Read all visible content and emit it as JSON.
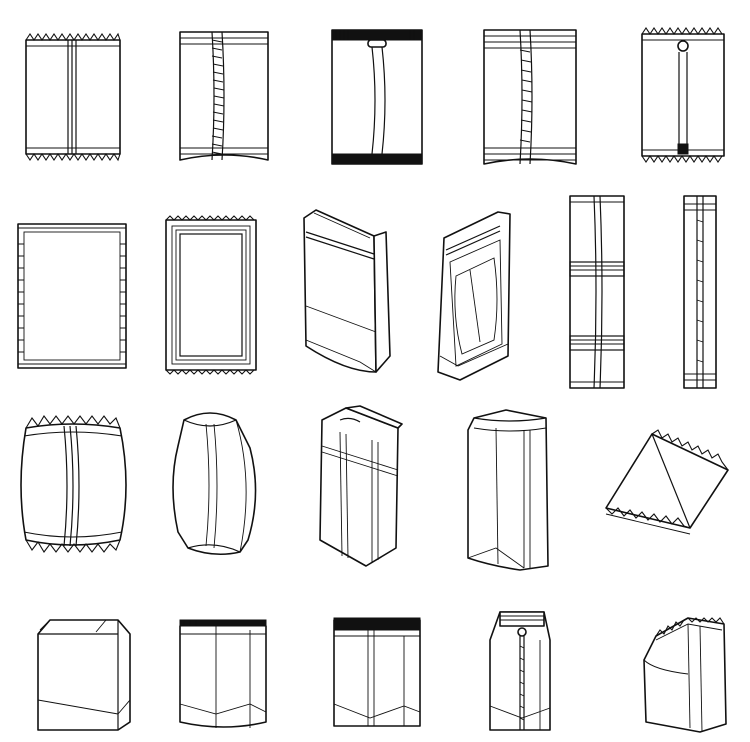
{
  "figure": {
    "style": "line-art",
    "stroke_color": "#111111",
    "background": "#ffffff",
    "rows": [
      {
        "items": [
          {
            "name": "pillow-pack-serrated"
          },
          {
            "name": "pillow-pack-center-seal"
          },
          {
            "name": "pillow-pack-hanger-hole"
          },
          {
            "name": "pillow-pack-center-seal-striped"
          },
          {
            "name": "pillow-pack-euro-hole"
          }
        ]
      },
      {
        "items": [
          {
            "name": "four-side-seal-pouch"
          },
          {
            "name": "four-side-seal-framed"
          },
          {
            "name": "stand-up-zipper-pouch"
          },
          {
            "name": "stand-up-window-pouch"
          },
          {
            "name": "stick-pack-tall"
          }
        ]
      },
      {
        "items": [
          {
            "name": "stick-pack-slim"
          },
          {
            "name": "pillow-pack-crimped"
          },
          {
            "name": "gusset-bag-rounded"
          },
          {
            "name": "quad-seal-hanger-bag"
          },
          {
            "name": "flat-bottom-bag"
          },
          {
            "name": "tetrahedron-pack"
          }
        ]
      },
      {
        "items": [
          {
            "name": "gable-top-carton"
          },
          {
            "name": "block-bottom-bag"
          },
          {
            "name": "block-bottom-bag-dark-band"
          },
          {
            "name": "block-bottom-bag-euro-hole"
          },
          {
            "name": "block-bottom-bag-serrated"
          }
        ]
      }
    ]
  }
}
